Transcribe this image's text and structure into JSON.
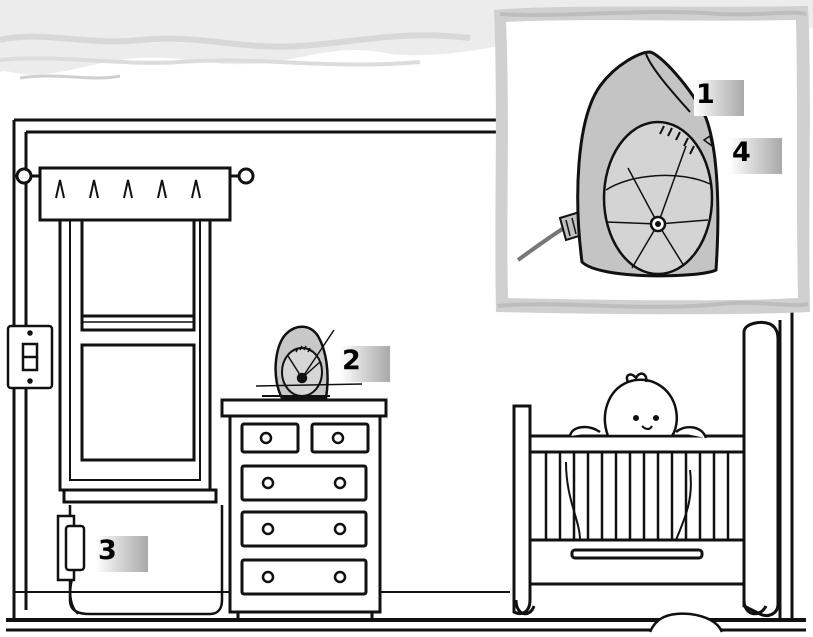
{
  "figure": {
    "description_labels": [
      {
        "id": "callout-1",
        "text": "1"
      },
      {
        "id": "callout-2",
        "text": "2"
      },
      {
        "id": "callout-3",
        "text": "3"
      },
      {
        "id": "callout-4",
        "text": "4"
      }
    ]
  },
  "colors": {
    "line": "#111111",
    "device_fill": "#bfbfbf",
    "device_fill_light": "#cfcfcf",
    "inset_border": "#b4b4b4",
    "sky": "#e9e9e9",
    "cable": "#777777"
  },
  "icons": {
    "monitor": "baby-monitor-unit",
    "switch": "light-switch",
    "outlet": "wall-outlet-adapter",
    "baby": "baby-face",
    "crib": "crib",
    "dresser": "dresser",
    "window": "window-with-valance"
  }
}
